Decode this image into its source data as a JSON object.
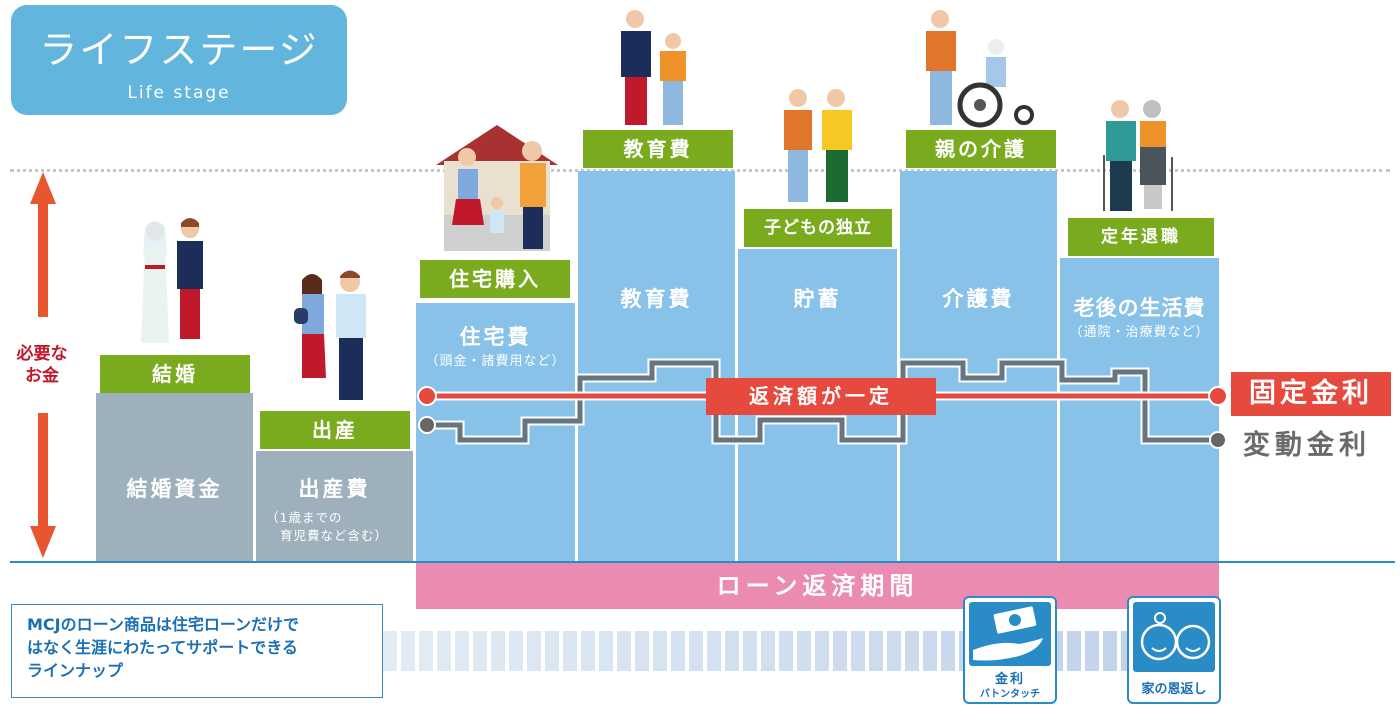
{
  "title": {
    "jp": "ライフステージ",
    "en": "Life stage"
  },
  "axis": {
    "label_line1": "必要な",
    "label_line2": "お金"
  },
  "stages": [
    {
      "event": "結婚",
      "cost": "結婚資金",
      "cost_sub": "",
      "color": "#9eb0bc",
      "figure": "bride-groom-figure"
    },
    {
      "event": "出産",
      "cost": "出産費",
      "cost_sub_1": "（1歳までの",
      "cost_sub_2": "育児費など含む）",
      "color": "#9eb0bc",
      "figure": "parents-baby-figure"
    },
    {
      "event": "住宅購入",
      "cost": "住宅費",
      "cost_sub": "（頭金・諸費用など）",
      "color": "#88c2e8",
      "figure": "family-house-figure"
    },
    {
      "event": "教育費",
      "cost": "教育費",
      "cost_sub": "",
      "color": "#88c2e8",
      "figure": "father-student-figure"
    },
    {
      "event": "子どもの独立",
      "cost": "貯蓄",
      "cost_sub": "",
      "color": "#88c2e8",
      "figure": "two-men-figure"
    },
    {
      "event": "親の介護",
      "cost": "介護費",
      "cost_sub": "",
      "color": "#88c2e8",
      "figure": "caregiver-wheelchair-figure"
    },
    {
      "event": "定年退職",
      "cost": "老後の生活費",
      "cost_sub": "（通院・治療費など）",
      "color": "#88c2e8",
      "figure": "elderly-couple-figure"
    }
  ],
  "repayment": {
    "constant_label": "返済額が一定",
    "fixed_rate": "固定金利",
    "variable_rate": "変動金利"
  },
  "loan_period": "ローン返済期間",
  "note": {
    "line1": "MCJのローン商品は住宅ローンだけで",
    "line2": "はなく生涯にわたってサポートできる",
    "line3": "ラインナップ"
  },
  "products": [
    {
      "name_line1": "金利",
      "name_line2": "バトンタッチ",
      "icon": "money-hand-icon"
    },
    {
      "name_line1": "家の恩返し",
      "icon": "elderly-faces-icon"
    }
  ],
  "colors": {
    "title_bg": "#62b5dc",
    "event_label": "#7aab1e",
    "gray_column": "#9eb0bc",
    "blue_column": "#88c2e8",
    "fixed_red": "#e64a3e",
    "variable_gray": "#66757f",
    "loan_pink": "#ec8bb2",
    "axis_arrow": "#e8552f"
  }
}
